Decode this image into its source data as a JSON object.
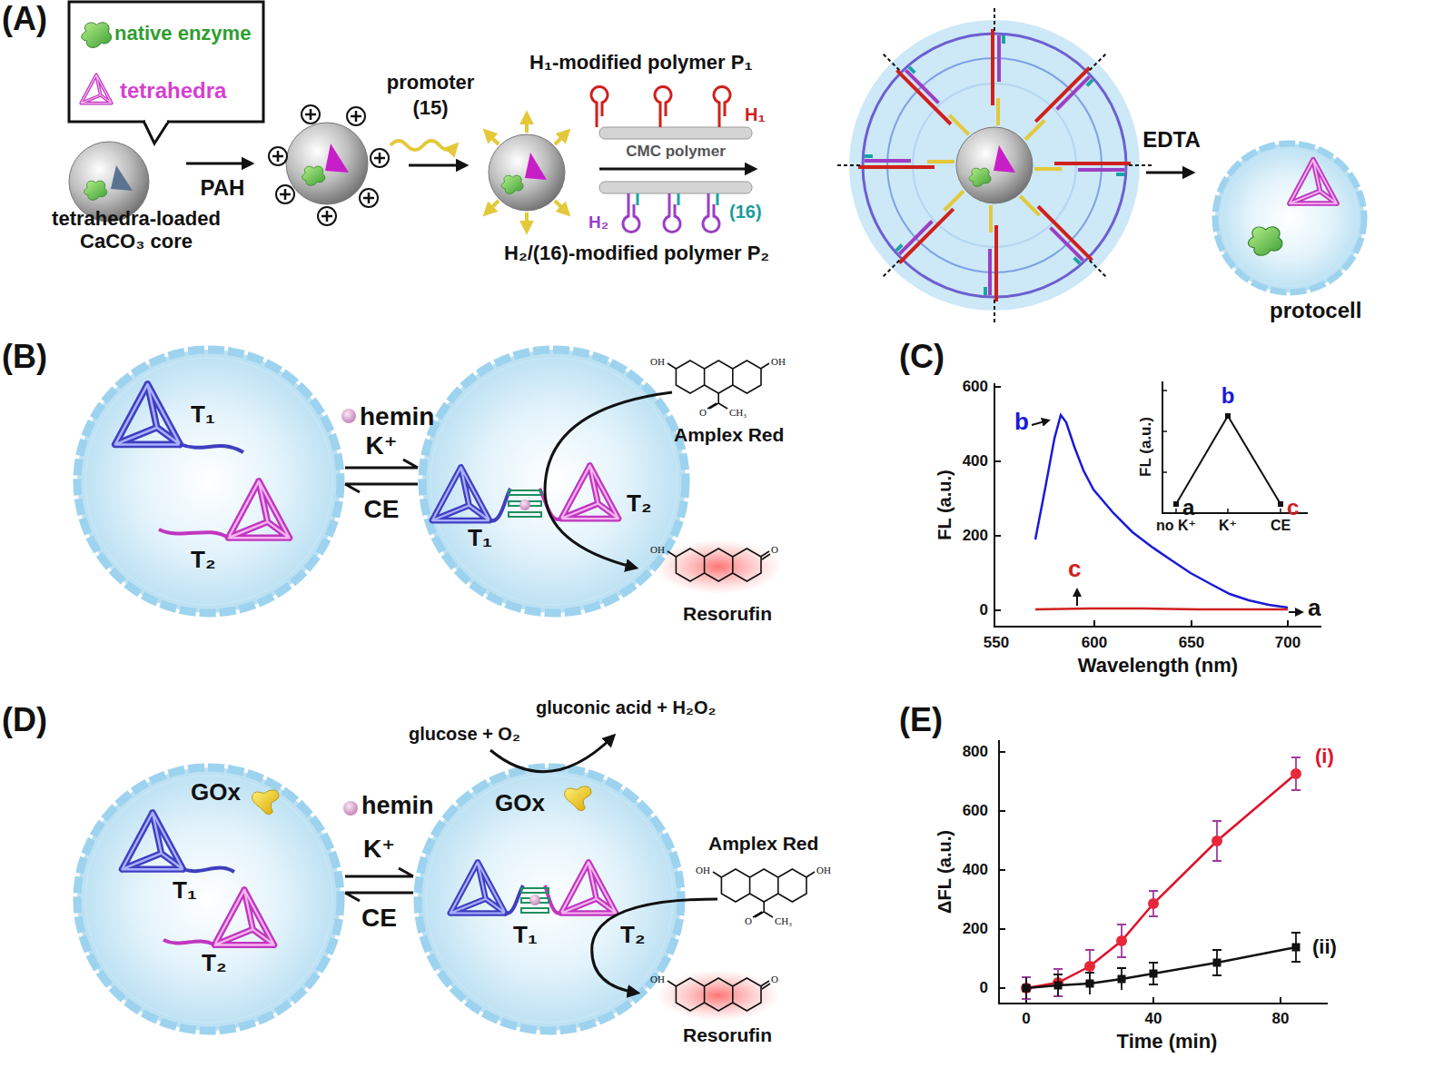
{
  "diagram": {
    "nodes": [
      {
        "text": [
          "tetrahedra-loaded CaCO₃ core"
        ]
      },
      {
        "text": [
          "protocell"
        ]
      },
      {
        "text": [
          "T₁",
          "T₂"
        ]
      },
      {
        "text": [
          "T₁",
          "T₂"
        ]
      },
      {
        "text": [
          "GOx",
          "T₁",
          "T₂"
        ]
      },
      {
        "text": [
          "GOx",
          "T₁",
          "T₂"
        ]
      }
    ],
    "edges": [
      {
        "from": 2,
        "to": 3,
        "label": "K⁺",
        "arrow": "to"
      },
      {
        "from": 3,
        "to": 2,
        "label": "CE",
        "arrow": "to"
      },
      {
        "from": 4,
        "to": 5,
        "label": "K⁺",
        "arrow": "to"
      },
      {
        "from": 5,
        "to": 4,
        "label": "CE",
        "arrow": "to"
      }
    ],
    "labels": [
      "(A)",
      "PAH",
      "promoter",
      "(15)",
      "H₁-modified polymer P₁",
      "H₁",
      "CMC polymer",
      "(16)",
      "H₂",
      "H₂/(16)-modified polymer P₂",
      "EDTA",
      "(B)",
      "hemin",
      "Amplex Red",
      "OH",
      "OH",
      "O",
      "CH₃",
      "Resorufin",
      "OH",
      "O",
      "(C)",
      "600",
      "400",
      "200",
      "0",
      "550",
      "600",
      "650",
      "700",
      "FL (a.u.)",
      "Wavelength (nm)",
      "b",
      "c",
      "a",
      "FL (a.u.)",
      "b",
      "a",
      "c",
      "no K⁺",
      "K⁺",
      "CE",
      "(D)",
      "hemin",
      "glucose + O₂",
      "gluconic acid + H₂O₂",
      "Amplex Red",
      "OH",
      "OH",
      "O",
      "CH₃",
      "Resorufin",
      "OH",
      "O",
      "(E)",
      "0",
      "200",
      "400",
      "600",
      "800",
      "0",
      "40",
      "80",
      "ΔFL (a.u.)",
      "Time (min)",
      "(i)",
      "(ii)"
    ],
    "legend": [
      {
        "text": "native enzyme"
      },
      {
        "text": "tetrahedra"
      }
    ]
  }
}
